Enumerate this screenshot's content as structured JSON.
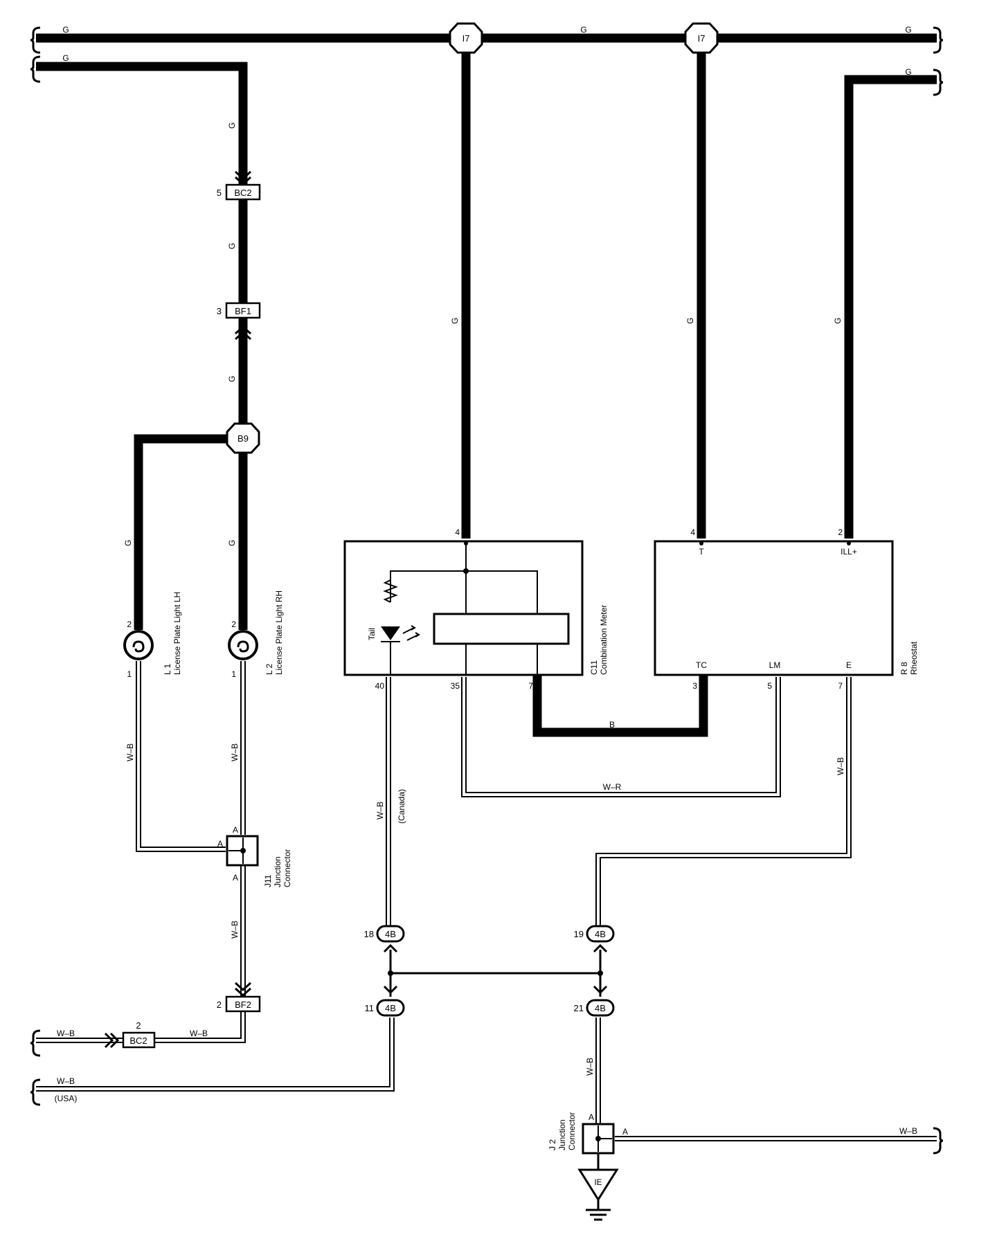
{
  "colors": {
    "line": "#000000",
    "background": "#ffffff"
  },
  "wire_colors": {
    "g": "G",
    "wb": "W–B",
    "wr": "W–R",
    "b": "B"
  },
  "connectors": {
    "i7": "I7",
    "b9": "B9",
    "bc2": "BC2",
    "bf1": "BF1",
    "bf2": "BF2",
    "c4b": "4B",
    "ie": "IE"
  },
  "pins": {
    "bc2_top": "5",
    "bf1": "3",
    "bf2": "2",
    "bc2_bottom": "2",
    "l1_top": "2",
    "l1_bottom": "1",
    "l2_top": "2",
    "l2_bottom": "1",
    "c11_4": "4",
    "c11_40": "40",
    "c11_35": "35",
    "c11_7": "7",
    "r8_4": "4",
    "r8_2": "2",
    "r8_3": "3",
    "r8_5": "5",
    "r8_7": "7",
    "c4b_18": "18",
    "c4b_19": "19",
    "c4b_11": "11",
    "c4b_21": "21"
  },
  "components": {
    "l1": {
      "id": "L 1",
      "name": "License Plate Light LH"
    },
    "l2": {
      "id": "L 2",
      "name": "License Plate Light RH"
    },
    "c11": {
      "id": "C11",
      "name": "Combination Meter",
      "indicator": "Tail"
    },
    "r8": {
      "id": "R 8",
      "name": "Rheostat",
      "t": "T",
      "ill": "ILL+",
      "tc": "TC",
      "lm": "LM",
      "e": "E"
    },
    "j11": {
      "id": "J11",
      "name1": "Junction",
      "name2": "Connector",
      "pin_a": "A"
    },
    "j2": {
      "id": "J 2",
      "name1": "Junction",
      "name2": "Connector",
      "pin_a": "A"
    }
  },
  "notes": {
    "canada": "(Canada)",
    "usa": "(USA)"
  }
}
